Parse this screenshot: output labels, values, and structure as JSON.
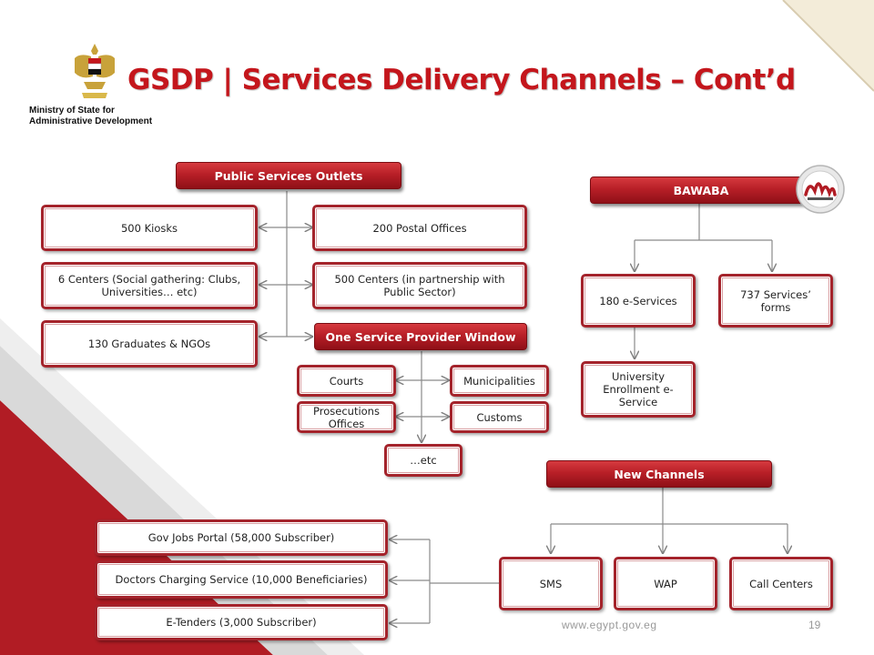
{
  "title": "GSDP | Services Delivery Channels – Cont’d",
  "ministry": {
    "line1": "Ministry of State for",
    "line2": "Administrative Development"
  },
  "footer": {
    "url": "www.egypt.gov.eg",
    "page": "19"
  },
  "colors": {
    "accent": "#a4232b",
    "header_top": "#d63a3f",
    "header_bottom": "#8f1017"
  },
  "outlets": {
    "header": "Public Services Outlets",
    "kiosks": "500 Kiosks",
    "postal": "200 Postal Offices",
    "centers_social": "6 Centers (Social gathering: Clubs, Universities… etc)",
    "centers_public": "500 Centers (in partnership with Public Sector)",
    "graduates": "130 Graduates & NGOs"
  },
  "one_window": {
    "header": "One Service Provider Window",
    "courts": "Courts",
    "municipalities": "Municipalities",
    "prosecutions": "Prosecutions Offices",
    "customs": "Customs",
    "etc": "…etc"
  },
  "bawaba": {
    "header": "BAWABA",
    "logo_icon": "bawaba-logo-icon",
    "e_services": "180 e-Services",
    "forms": "737 Services’ forms",
    "university": "University Enrollment e-Service"
  },
  "new_channels": {
    "header": "New Channels",
    "sms": "SMS",
    "wap": "WAP",
    "call_centers": "Call Centers",
    "jobs": "Gov Jobs Portal (58,000 Subscriber)",
    "doctors": "Doctors Charging Service (10,000 Beneficiaries)",
    "tenders": "E-Tenders (3,000 Subscriber)"
  }
}
